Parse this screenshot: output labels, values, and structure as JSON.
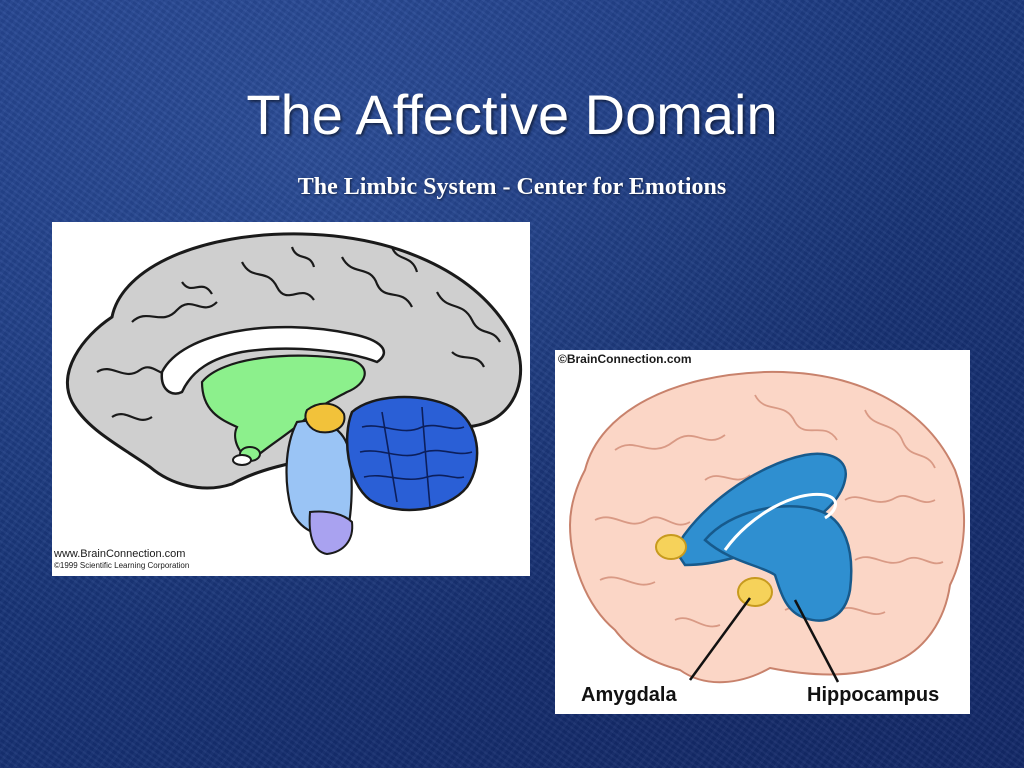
{
  "slide": {
    "title": "The Affective Domain",
    "subtitle": "The Limbic System - Center for Emotions",
    "background_color": "#1c3a80"
  },
  "figure_left": {
    "credit_line1": "www.BrainConnection.com",
    "credit_line2": "©1999 Scientific Learning Corporation",
    "colors": {
      "cortex": "#cfcfcf",
      "limbic": "#8cf08c",
      "cerebellum": "#2a5fd6",
      "brainstem": "#9ac4f5",
      "pons": "#f2c23a",
      "medulla": "#a9a2f0"
    }
  },
  "figure_right": {
    "credit": "©BrainConnection.com",
    "label_amygdala": "Amygdala",
    "label_hippocampus": "Hippocampus",
    "colors": {
      "brain": "#fbd6c6",
      "hippocampus": "#2f8fd0",
      "amygdala": "#f6d25a"
    }
  }
}
